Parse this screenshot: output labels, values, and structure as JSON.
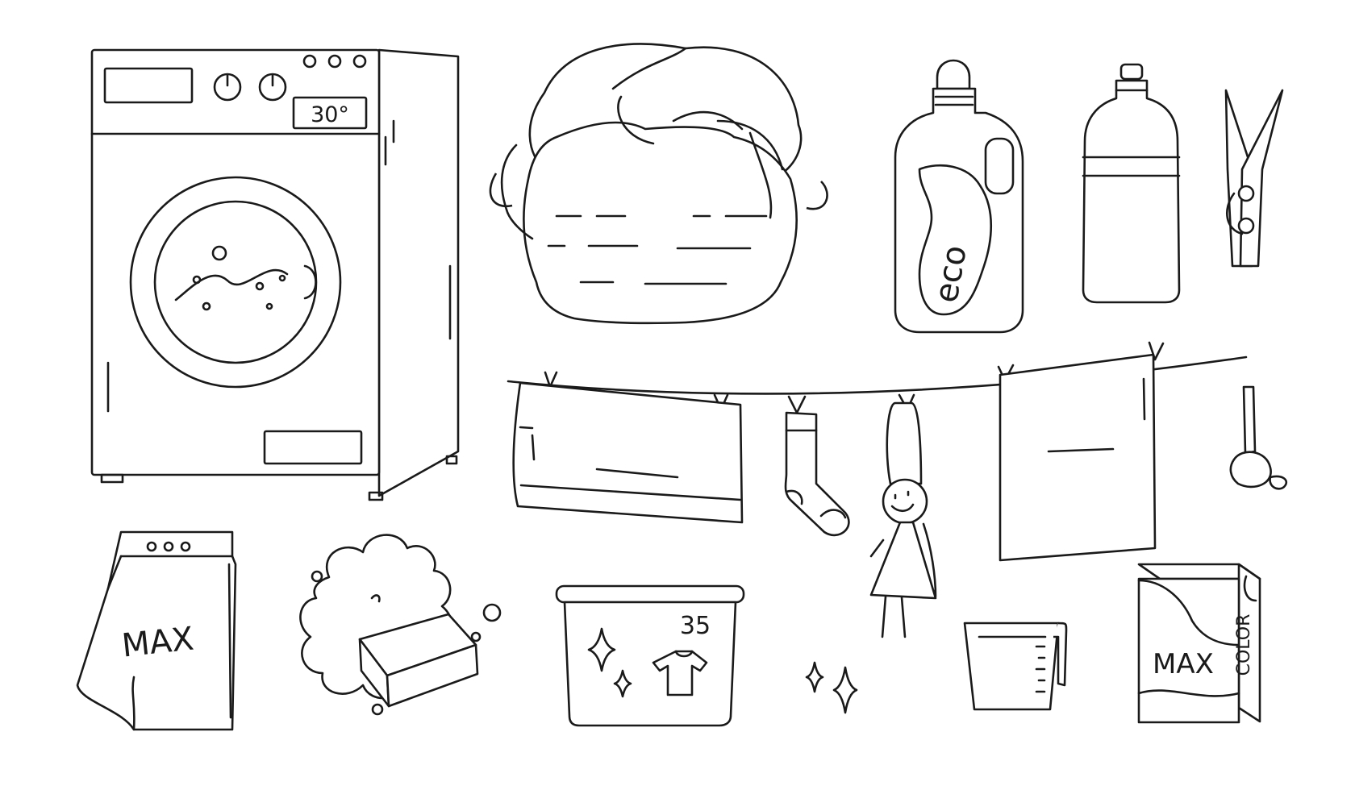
{
  "illustration": {
    "washing_machine": {
      "temperature_display": "30°"
    },
    "eco_bottle": {
      "label": "eco"
    },
    "powder_bag": {
      "label": "MAX"
    },
    "basin": {
      "label": "35"
    },
    "detergent_box": {
      "brand_label": "MAX",
      "side_label": "COLOR"
    }
  },
  "colors": {
    "stroke": "#1a1a1a",
    "background": "#ffffff"
  },
  "icons": [
    "washing-machine-icon",
    "laundry-basket-icon",
    "detergent-bottle-icon",
    "softener-bottle-icon",
    "clothespin-icon",
    "clothesline-icon",
    "sock-icon",
    "doll-icon",
    "measuring-scoop-icon",
    "powder-bag-icon",
    "soap-bar-icon",
    "wash-basin-icon",
    "sparkle-icon",
    "measuring-cup-icon",
    "detergent-box-icon"
  ]
}
